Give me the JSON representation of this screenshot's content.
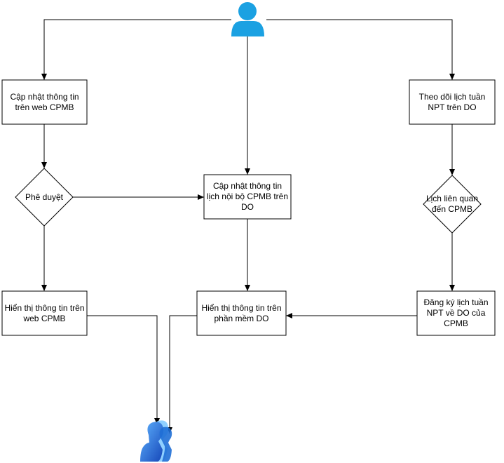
{
  "diagram": {
    "nodes": {
      "cap_nhat_web": "Cập nhật thông tin\ntrên  web CPMB",
      "theo_doi": "Theo dõi lịch tuần\nNPT trên DO",
      "phe_duyet": "Phê duyệt",
      "cap_nhat_noi_bo": "Cập nhật thông tin\nlịch nội bộ CPMB trên\nDO",
      "lich_lien_quan": "Lịch liên quan\nđến CPMB",
      "hien_thi_web": "Hiển thị thông tin trên\nweb CPMB",
      "hien_thi_do": "Hiển thị thông tin trên\nphần mềm DO",
      "dang_ky": "Đăng ký lịch tuần\nNPT về DO của\nCPMB"
    },
    "icons": {
      "actor": "user-icon",
      "audience": "group-users-icon"
    },
    "colors": {
      "line": "#000000",
      "actor": "#1ba1e2",
      "audience": "#1f6fd6"
    }
  }
}
